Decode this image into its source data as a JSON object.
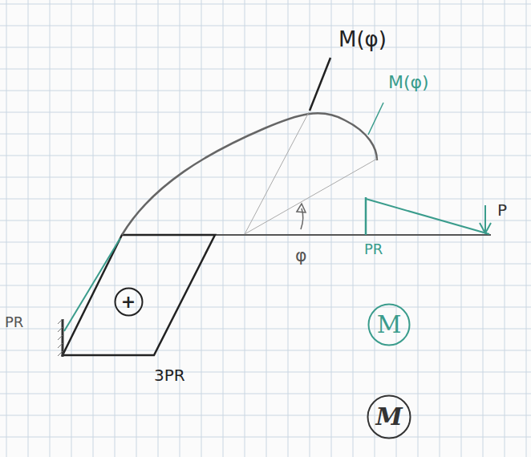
{
  "diagram": {
    "nodes": [
      {
        "text": [
          "+"
        ]
      },
      {
        "text": [
          "M"
        ]
      },
      {
        "text": [
          "M"
        ]
      }
    ],
    "labels": [
      "M(φ)",
      "M(φ)",
      "φ",
      "PR",
      "3PR",
      "PR",
      "P"
    ]
  }
}
